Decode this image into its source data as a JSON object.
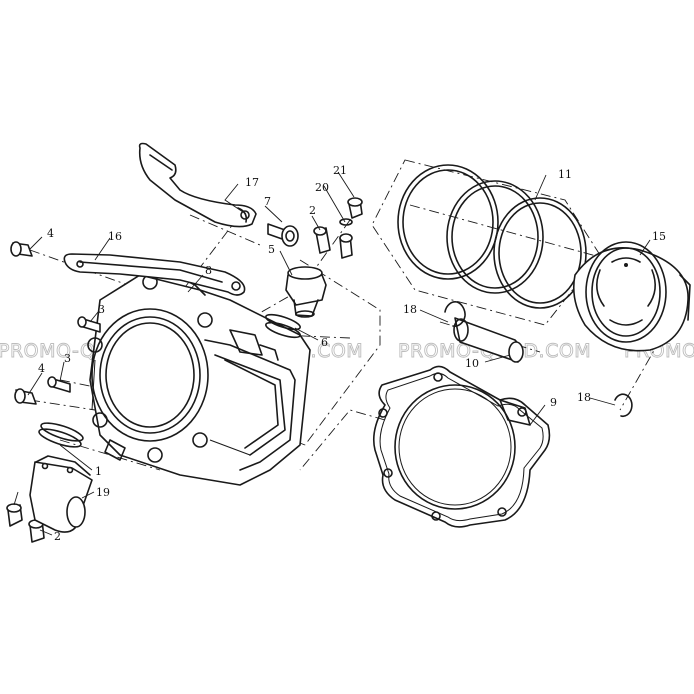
{
  "watermark": {
    "text_a": "PROMO-QUAD.COM",
    "text_b": "PROMO-QUAD.COM",
    "text_c": "PROMO-QUAD.COM",
    "text_d": "PROMO"
  },
  "callouts": {
    "c1": "1",
    "c2a": "2",
    "c2b": "2",
    "c3a": "3",
    "c3b": "3",
    "c4a": "4",
    "c4b": "4",
    "c5": "5",
    "c6": "6",
    "c7": "7",
    "c8": "8",
    "c9": "9",
    "c10": "10",
    "c11": "11",
    "c15": "15",
    "c16": "16",
    "c17": "17",
    "c18a": "18",
    "c18b": "18",
    "c19": "19",
    "c20": "20",
    "c21": "21"
  },
  "colors": {
    "line": "#1a1a1a",
    "watermark": "#bdbdbd",
    "background": "#ffffff"
  }
}
